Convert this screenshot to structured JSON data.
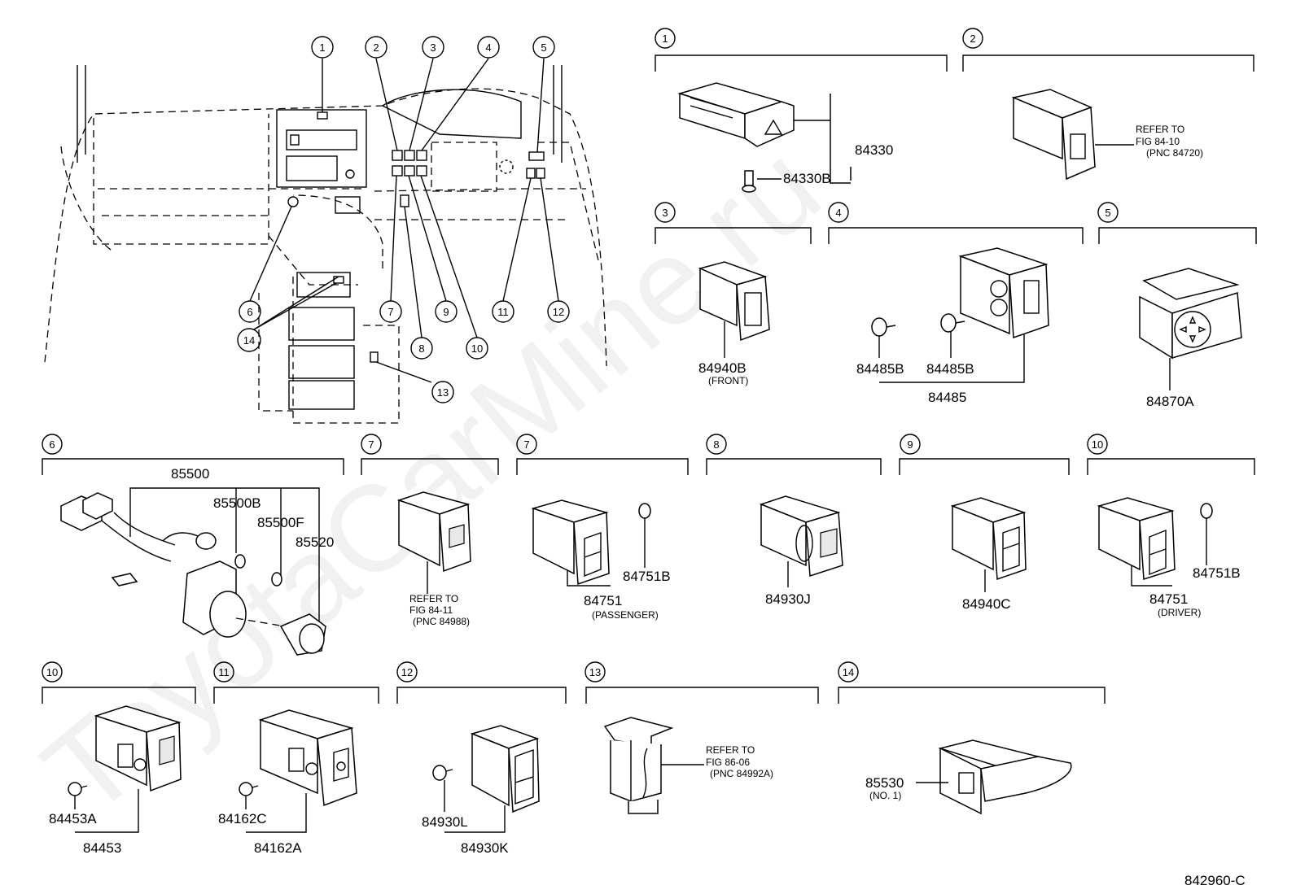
{
  "watermark": "ToyotaCarMine.ru",
  "figure_code": "842960-C",
  "overview_callouts": [
    "1",
    "2",
    "3",
    "4",
    "5",
    "6",
    "7",
    "8",
    "9",
    "10",
    "11",
    "12",
    "13",
    "14"
  ],
  "sections": {
    "s1": {
      "num": "1",
      "parts": [
        "84330",
        "84330B"
      ]
    },
    "s2": {
      "num": "2",
      "ref": [
        "REFER TO",
        "FIG 84-10",
        "(PNC 84720)"
      ]
    },
    "s3": {
      "num": "3",
      "parts": [
        "84940B"
      ],
      "note": "(FRONT)"
    },
    "s4": {
      "num": "4",
      "parts": [
        "84485B",
        "84485B",
        "84485"
      ]
    },
    "s5": {
      "num": "5",
      "parts": [
        "84870A"
      ]
    },
    "s6": {
      "num": "6",
      "parts": [
        "85500",
        "85500B",
        "85500F",
        "85520"
      ]
    },
    "s7a": {
      "num": "7",
      "ref": [
        "REFER TO",
        "FIG 84-11",
        "(PNC 84988)"
      ]
    },
    "s7b": {
      "num": "7",
      "parts": [
        "84751B",
        "84751"
      ],
      "note": "(PASSENGER)"
    },
    "s8": {
      "num": "8",
      "parts": [
        "84930J"
      ]
    },
    "s9": {
      "num": "9",
      "parts": [
        "84940C"
      ]
    },
    "s10a": {
      "num": "10",
      "parts": [
        "84751B",
        "84751"
      ],
      "note": "(DRIVER)"
    },
    "s10b": {
      "num": "10",
      "parts": [
        "84453A",
        "84453"
      ]
    },
    "s11": {
      "num": "11",
      "parts": [
        "84162C",
        "84162A"
      ]
    },
    "s12": {
      "num": "12",
      "parts": [
        "84930L",
        "84930K"
      ]
    },
    "s13": {
      "num": "13",
      "ref": [
        "REFER TO",
        "FIG 86-06",
        "(PNC 84992A)"
      ]
    },
    "s14": {
      "num": "14",
      "parts": [
        "85530"
      ],
      "note": "(NO. 1)"
    }
  }
}
